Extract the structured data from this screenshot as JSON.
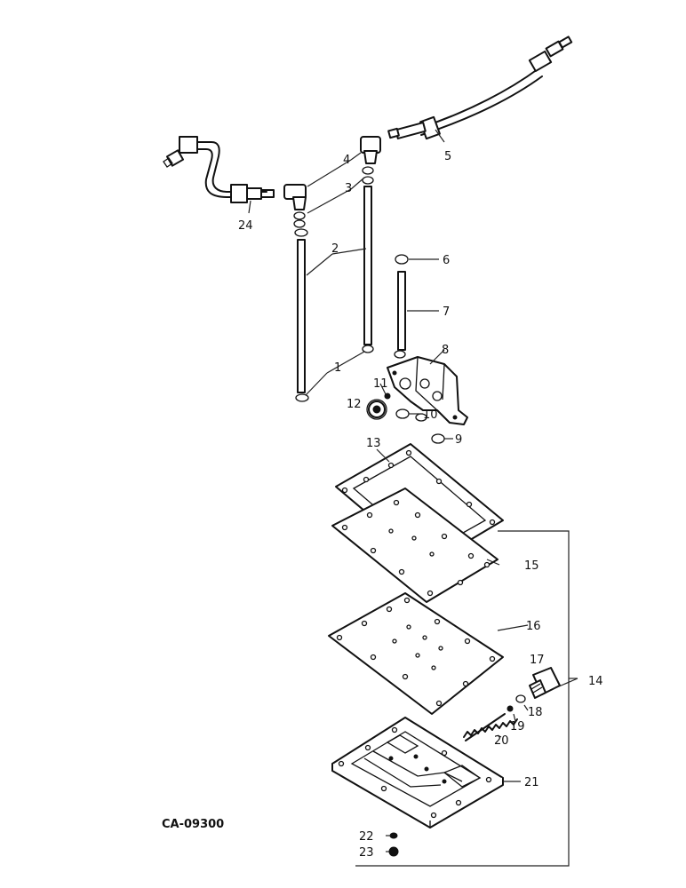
{
  "drawing": {
    "code": "CA-09300"
  },
  "labels": {
    "p1": "1",
    "p2": "2",
    "p3": "3",
    "p4": "4",
    "p5": "5",
    "p6": "6",
    "p7": "7",
    "p8": "8",
    "p9": "9",
    "p10": "10",
    "p11": "11",
    "p12": "12",
    "p13": "13",
    "p14": "14",
    "p15": "15",
    "p16": "16",
    "p17": "17",
    "p18": "18",
    "p19": "19",
    "p20": "20",
    "p21": "21",
    "p22": "22",
    "p23": "23",
    "p24": "24"
  }
}
